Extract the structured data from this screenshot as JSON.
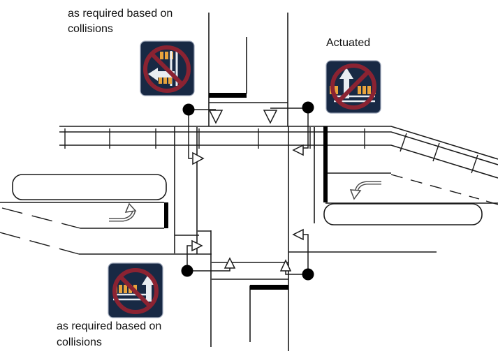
{
  "diagram": {
    "title_context": "light-rail crossing intersection signal diagram",
    "annotations": {
      "top_note": {
        "line1": "as required based on",
        "line2": "collisions"
      },
      "actuated_label": "Actuated",
      "bottom_note": {
        "line1": "as required based on",
        "line2": "collisions"
      }
    },
    "signs": [
      {
        "icon": "no-left-turn-across-tracks-sign-icon",
        "position": "top-left"
      },
      {
        "icon": "no-straight-across-tracks-sign-icon",
        "position": "top-right",
        "label": "Actuated"
      },
      {
        "icon": "no-straight-across-tracks-sign-icon",
        "position": "bottom-left"
      }
    ],
    "colors": {
      "sign_navy": "#182944",
      "prohibition_red": "#8b2332",
      "tie_orange": "#e8a33c",
      "line_ink": "#1a1a1a",
      "sign_border": "#97a1b4"
    }
  }
}
